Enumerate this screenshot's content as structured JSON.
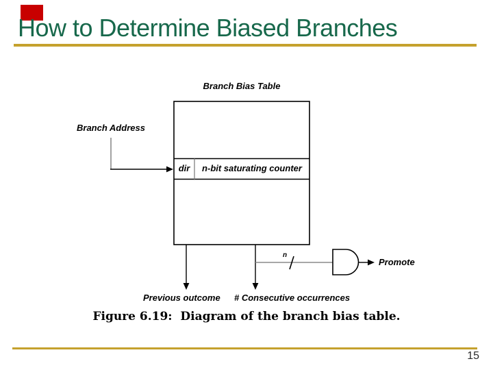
{
  "slide": {
    "title": "How to Determine Biased Branches",
    "page_number": "15",
    "caption": "Figure 6.19:  Diagram of the branch bias table.",
    "colors": {
      "title_green": "#17684b",
      "rule_gold": "#c5a12d",
      "marker_red": "#c80000",
      "line_gray": "#8a8a8a",
      "ink": "#000000"
    }
  },
  "diagram": {
    "table_title": "Branch Bias Table",
    "input_label": "Branch Address",
    "cells": {
      "dir": "dir",
      "counter": "n-bit saturating counter"
    },
    "outputs": {
      "previous": "Previous outcome",
      "consecutive": "# Consecutive occurrences",
      "bus_width": "n",
      "gate_output": "Promote"
    }
  }
}
